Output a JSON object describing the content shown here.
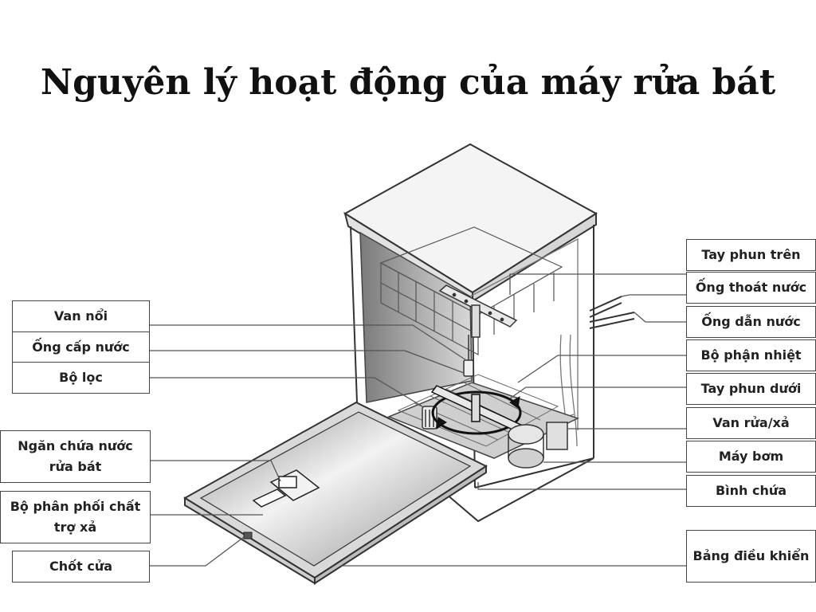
{
  "title": "Nguyên lý hoạt động của máy rửa bát",
  "labels_left": [
    "Van nổi",
    "Ống cấp nước",
    "Bộ lọc",
    "Ngăn chứa nước rửa bát",
    "Bộ phân phối chất trợ xả",
    "Chốt cửa"
  ],
  "labels_right": [
    "Tay phun trên",
    "Ống thoát nước",
    "Ống dẫn nước",
    "Bộ phận nhiệt",
    "Tay phun dưới",
    "Van rửa/xả",
    "Máy bơm",
    "Bình chứa",
    "Bảng điều khiển"
  ]
}
